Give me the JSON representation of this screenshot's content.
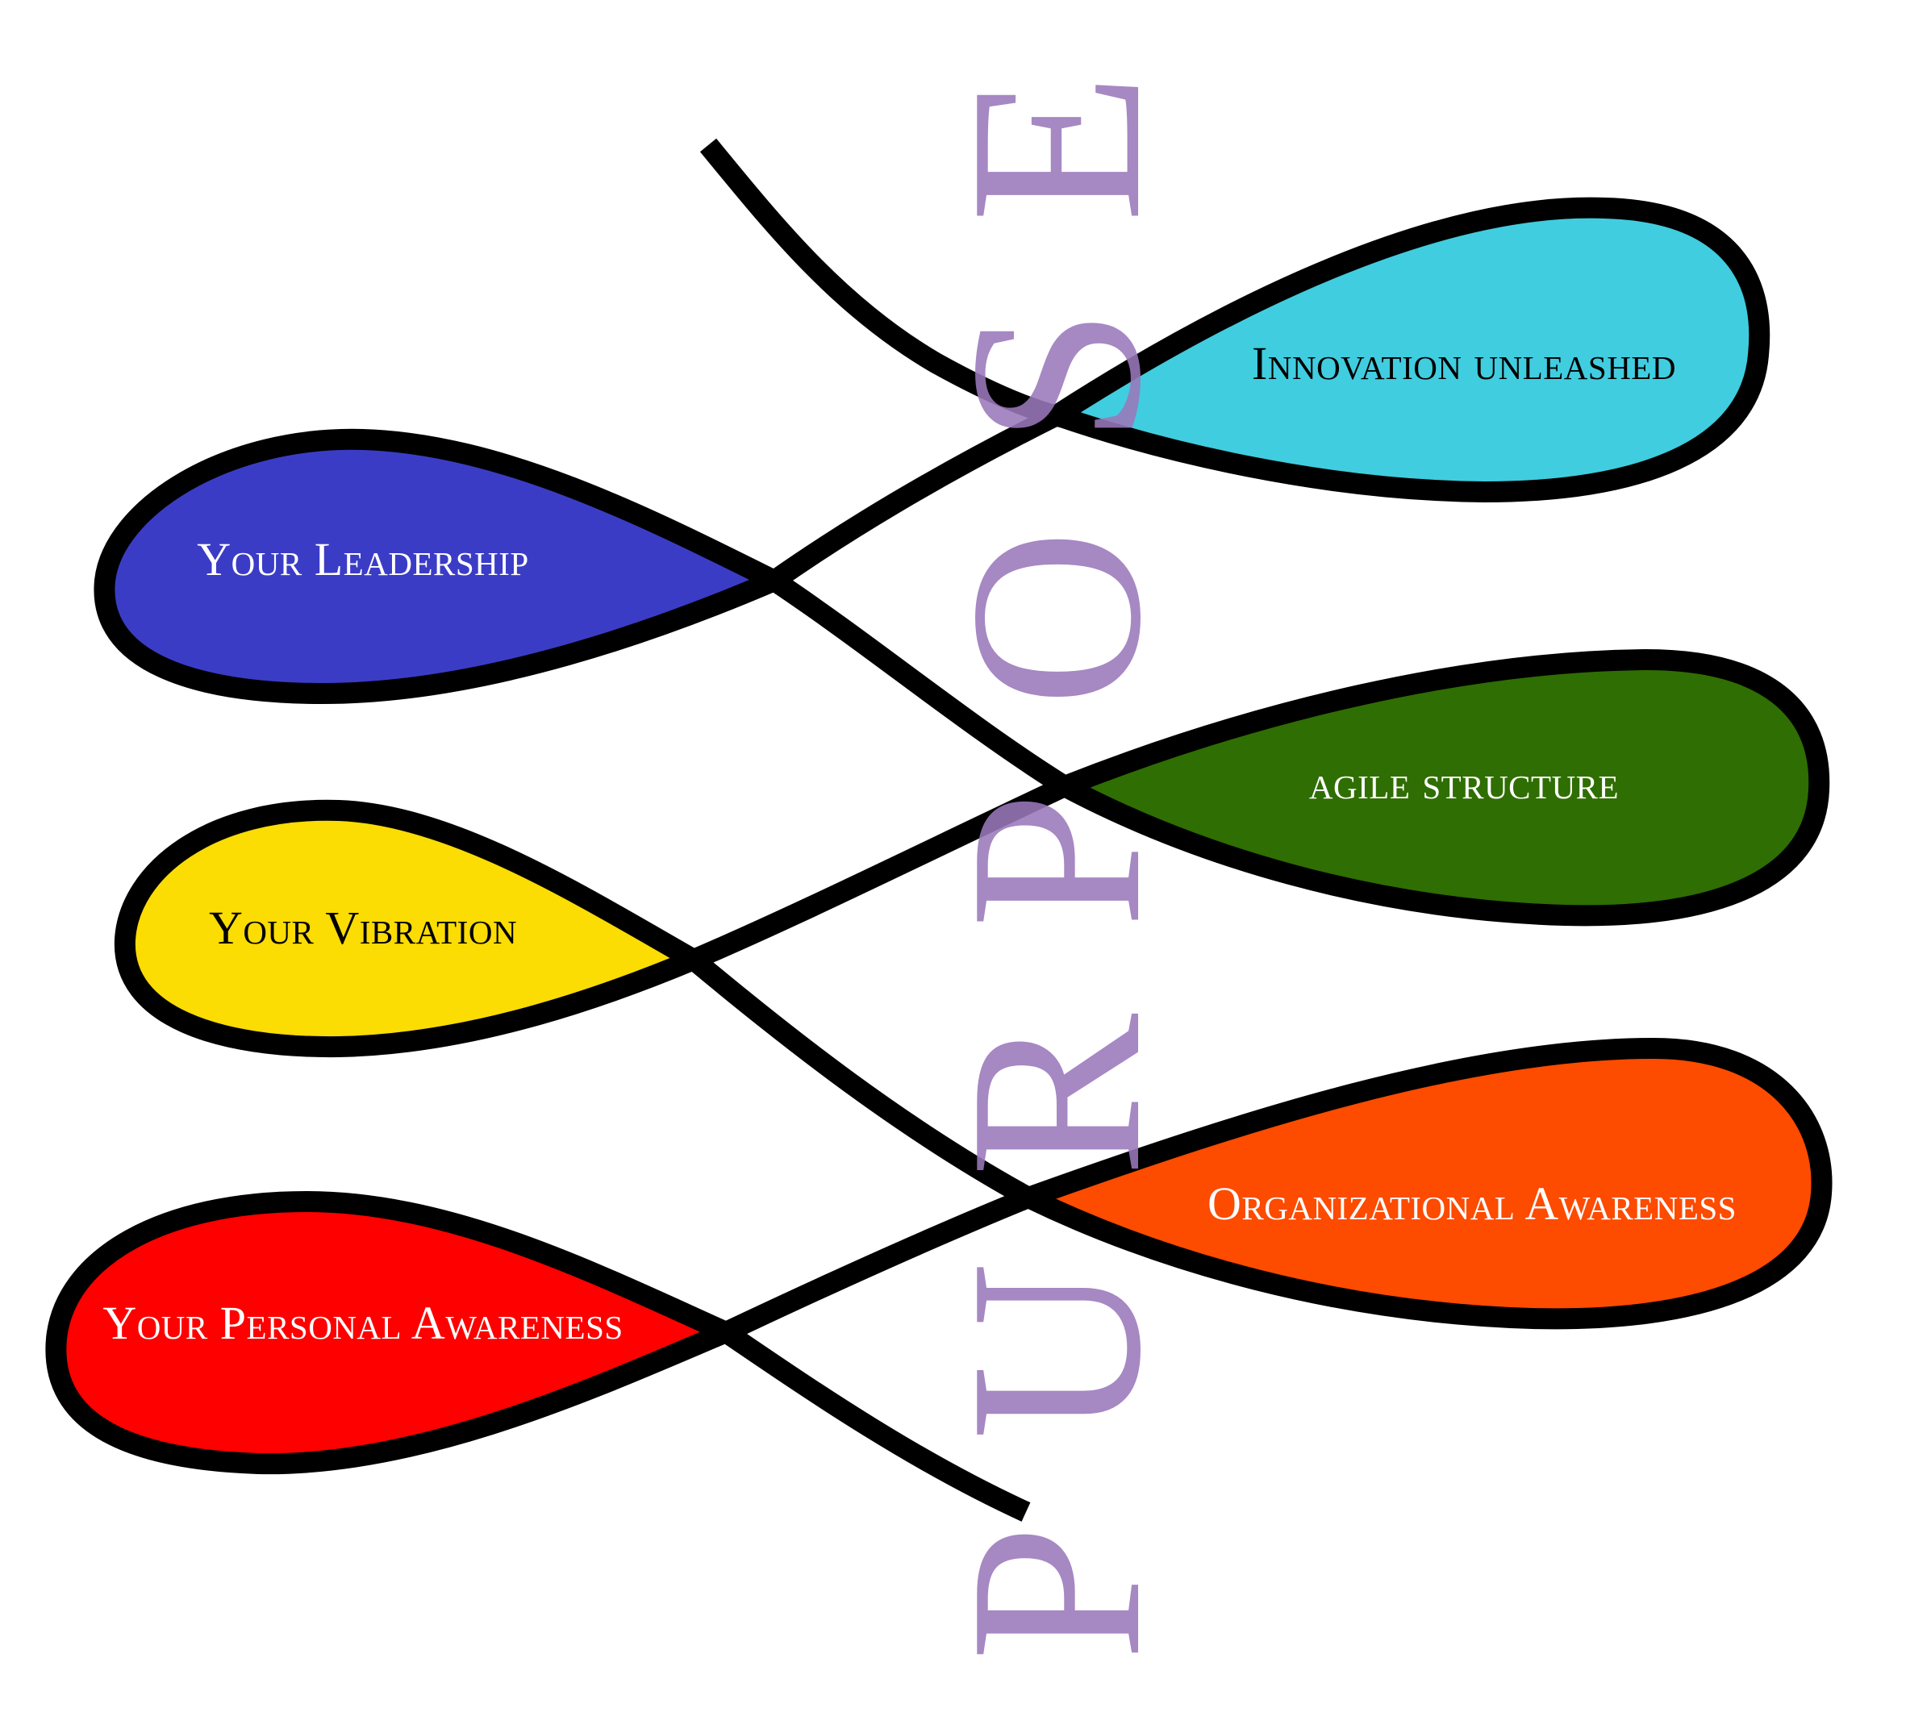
{
  "watermark": {
    "text": "PURPOSE",
    "color": "#9a78bb"
  },
  "outline_color": "#000000",
  "loops": [
    {
      "id": "innovation",
      "label": "Innovation unleashed",
      "fill": "#40cddf",
      "text_color": "#000000"
    },
    {
      "id": "leadership",
      "label": "Your Leadership",
      "fill": "#3b3cc6",
      "text_color": "#ffffff"
    },
    {
      "id": "agile",
      "label": "agile structure",
      "fill": "#2f6e02",
      "text_color": "#ffffff"
    },
    {
      "id": "vibration",
      "label": "Your Vibration",
      "fill": "#fbdc03",
      "text_color": "#000000"
    },
    {
      "id": "org",
      "label": "Organizational Awareness",
      "fill": "#fd4b00",
      "text_color": "#ffffff"
    },
    {
      "id": "personal",
      "label": "Your Personal Awareness",
      "fill": "#fe0000",
      "text_color": "#ffffff"
    }
  ]
}
